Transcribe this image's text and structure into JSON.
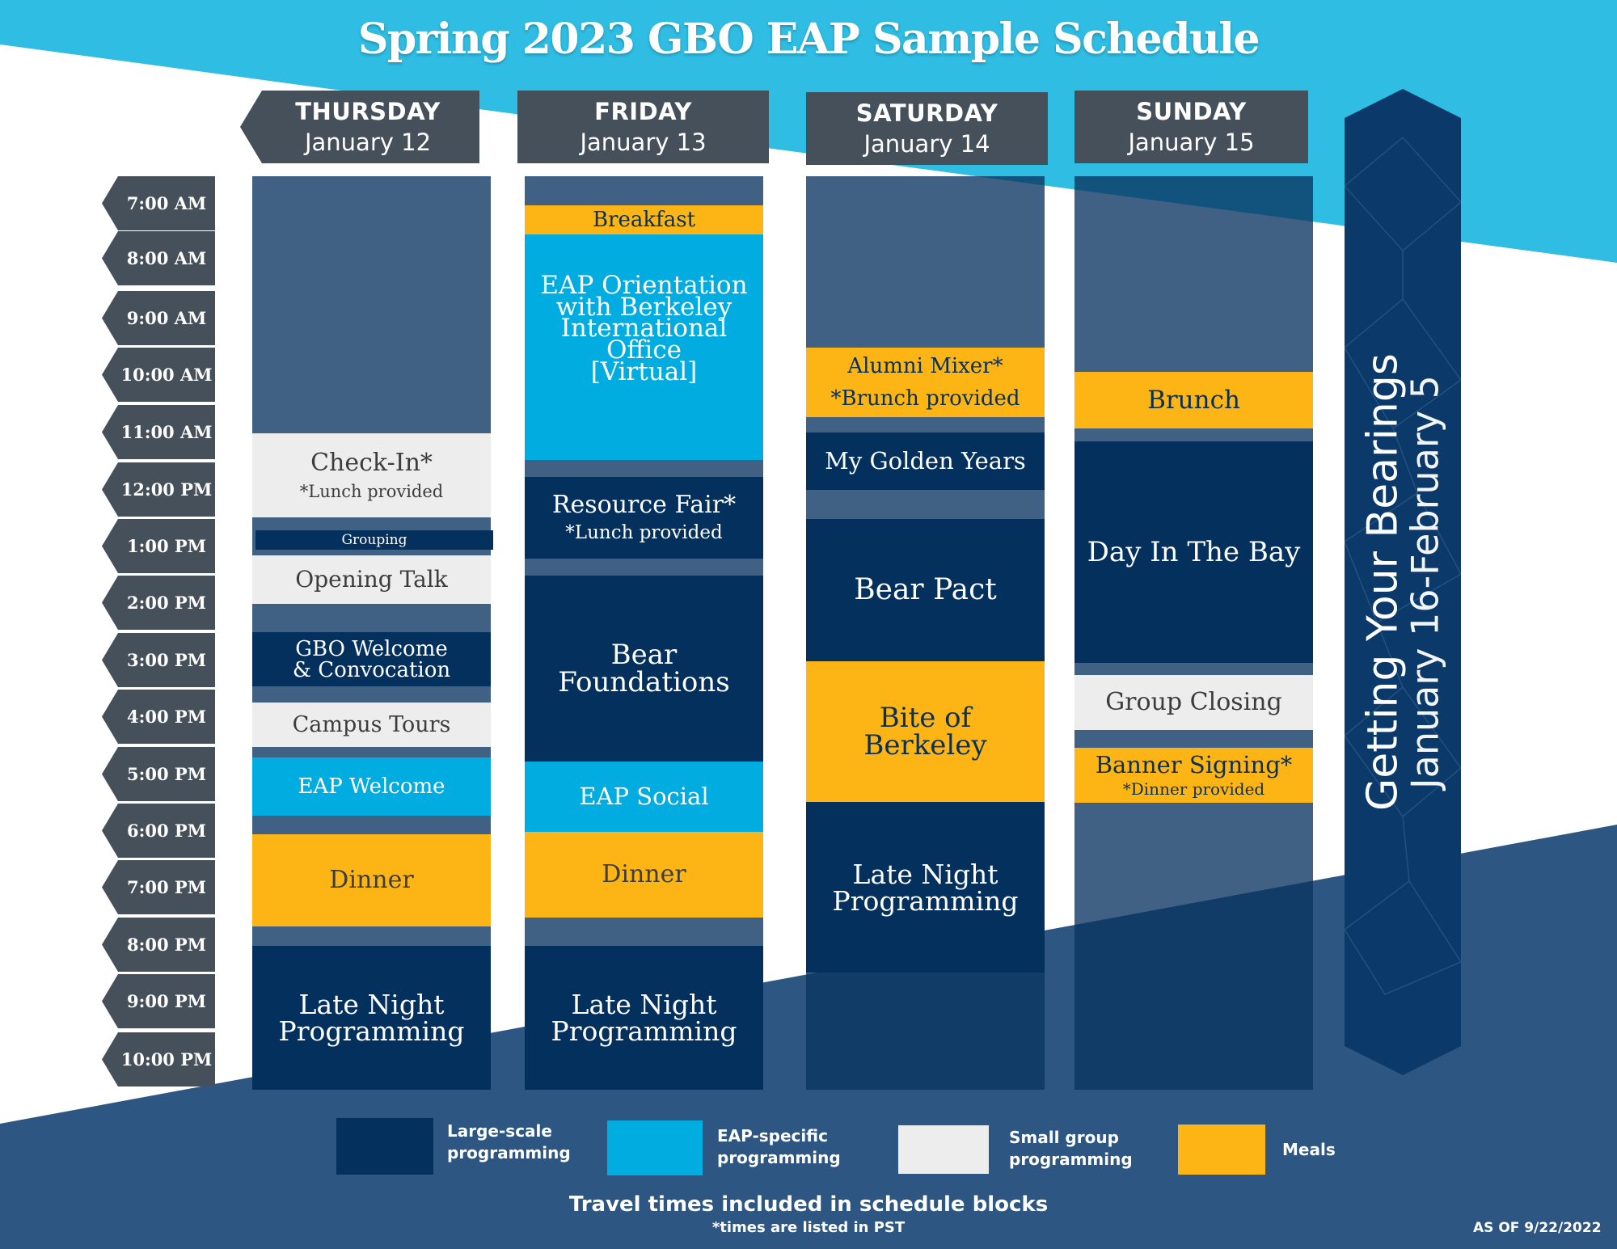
{
  "title": "Spring 2023 GBO EAP Sample Schedule",
  "colors": {
    "large": "#03305c",
    "eap": "#00ace0",
    "small": "#ededed",
    "meal": "#fdb515",
    "header": "#46505b",
    "sky": "#2fbde3",
    "navy": "#2d5682"
  },
  "days": [
    {
      "name": "THURSDAY",
      "date": "January 12"
    },
    {
      "name": "FRIDAY",
      "date": "January 13"
    },
    {
      "name": "SATURDAY",
      "date": "January 14"
    },
    {
      "name": "SUNDAY",
      "date": "January 15"
    }
  ],
  "times": [
    "7:00 AM",
    "8:00 AM",
    "9:00 AM",
    "10:00 AM",
    "11:00 AM",
    "12:00 PM",
    "1:00 PM",
    "2:00 PM",
    "3:00 PM",
    "4:00 PM",
    "5:00 PM",
    "6:00 PM",
    "7:00 PM",
    "8:00 PM",
    "9:00 PM",
    "10:00 PM"
  ],
  "events": {
    "thu": [
      {
        "title": "Check-In*",
        "note": "*Lunch provided",
        "category": "small"
      },
      {
        "title": "Grouping",
        "category": "large"
      },
      {
        "title": "Opening Talk",
        "category": "small"
      },
      {
        "title": "GBO Welcome\n& Convocation",
        "category": "large"
      },
      {
        "title": "Campus Tours",
        "category": "small"
      },
      {
        "title": "EAP Welcome",
        "category": "eap"
      },
      {
        "title": "Dinner",
        "category": "meal"
      },
      {
        "title": "Late Night\nProgramming",
        "category": "large"
      }
    ],
    "fri": [
      {
        "title": "Breakfast",
        "category": "meal"
      },
      {
        "title": "EAP Orientation\nwith Berkeley\nInternational\nOffice\n[Virtual]",
        "category": "eap"
      },
      {
        "title": "Resource Fair*",
        "note": "*Lunch provided",
        "category": "large"
      },
      {
        "title": "Bear\nFoundations",
        "category": "large"
      },
      {
        "title": "EAP Social",
        "category": "eap"
      },
      {
        "title": "Dinner",
        "category": "meal"
      },
      {
        "title": "Late Night\nProgramming",
        "category": "large"
      }
    ],
    "sat": [
      {
        "title": "Alumni Mixer*",
        "note": "*Brunch provided",
        "category": "meal"
      },
      {
        "title": "My Golden Years",
        "category": "large"
      },
      {
        "title": "Bear Pact",
        "category": "large"
      },
      {
        "title": "Bite of\nBerkeley",
        "category": "meal"
      },
      {
        "title": "Late Night\nProgramming",
        "category": "large"
      }
    ],
    "sun": [
      {
        "title": "Brunch",
        "category": "meal"
      },
      {
        "title": "Day In The Bay",
        "category": "large"
      },
      {
        "title": "Group Closing",
        "category": "small"
      },
      {
        "title": "Banner Signing*",
        "note": "*Dinner provided",
        "category": "meal"
      }
    ]
  },
  "banner": {
    "title": "Getting Your Bearings",
    "dates": "January 16-February 5"
  },
  "legend": [
    {
      "label": "Large-scale\nprogramming",
      "category": "large"
    },
    {
      "label": "EAP-specific\nprogramming",
      "category": "eap"
    },
    {
      "label": "Small group\nprogramming",
      "category": "small"
    },
    {
      "label": "Meals",
      "category": "meal"
    }
  ],
  "footer": {
    "travel": "Travel times included in schedule blocks",
    "pst": "*times are listed in PST",
    "as_of": "AS OF 9/22/2022"
  }
}
